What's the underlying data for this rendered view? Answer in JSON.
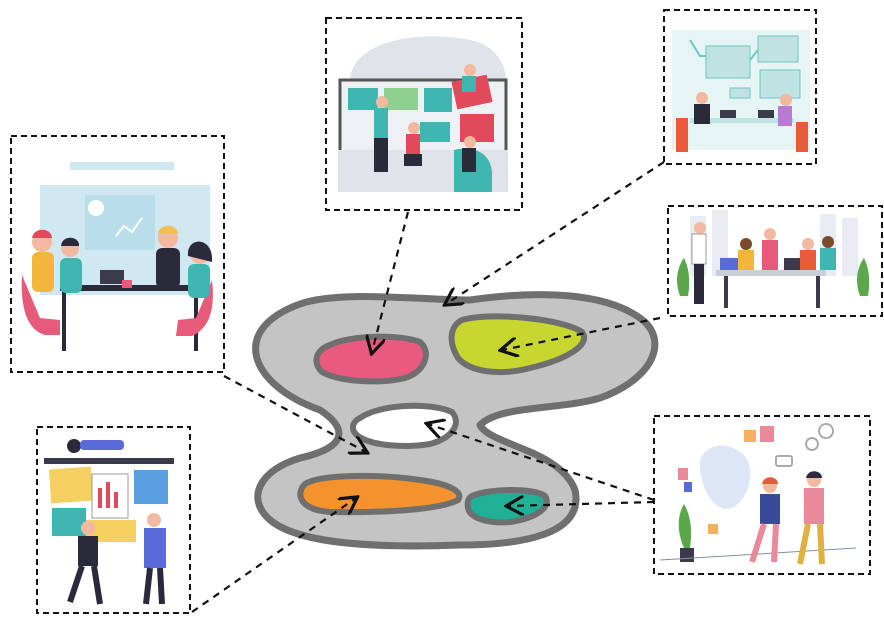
{
  "diagram": {
    "colors": {
      "blob_fill": "#c4c4c4",
      "blob_stroke": "#6f6f6f",
      "pink_region": "#ea5a80",
      "lime_region": "#c8d630",
      "orange_region": "#f4922e",
      "teal_region": "#1fb096",
      "white_region": "#ffffff",
      "connector": "#111111"
    },
    "regions": [
      {
        "id": "pink",
        "color": "#ea5a80"
      },
      {
        "id": "lime",
        "color": "#c8d630"
      },
      {
        "id": "white",
        "color": "#ffffff"
      },
      {
        "id": "orange",
        "color": "#f4922e"
      },
      {
        "id": "teal",
        "color": "#1fb096"
      }
    ],
    "illustrations": [
      {
        "id": "team-meeting-illustration",
        "icon": "people-at-table-with-presentation"
      },
      {
        "id": "control-room-illustration",
        "icon": "people-at-dashboard-screens"
      },
      {
        "id": "workflow-desk-illustration",
        "icon": "two-people-at-desk-with-flowchart"
      },
      {
        "id": "business-meeting-illustration",
        "icon": "group-standing-around-table"
      },
      {
        "id": "planning-board-illustration",
        "icon": "people-pinning-charts-on-board"
      },
      {
        "id": "brainstorm-illustration",
        "icon": "two-people-with-sticky-notes"
      }
    ]
  }
}
